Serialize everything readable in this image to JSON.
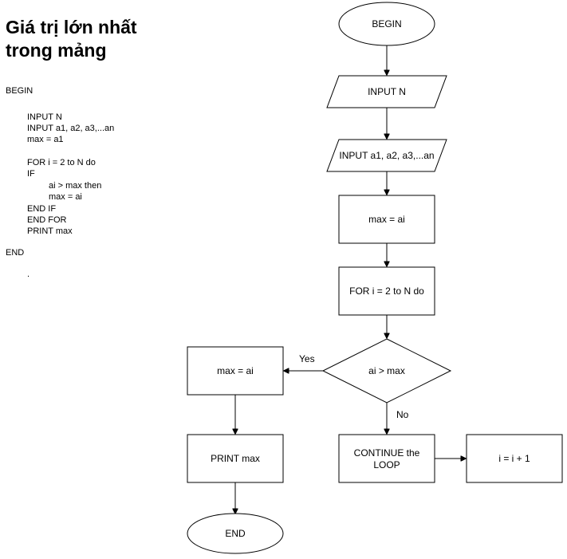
{
  "title": "Giá trị lớn nhất trong mảng",
  "pseudocode": {
    "lines": [
      "BEGIN",
      "INPUT N",
      "INPUT a1, a2, a3,...an",
      "max = a1",
      "FOR i = 2 to N do",
      "IF",
      "ai > max then",
      "max = ai",
      "END IF",
      "END FOR",
      "PRINT max",
      "END",
      "."
    ]
  },
  "flowchart": {
    "nodes": {
      "begin": "BEGIN",
      "input_n": "INPUT N",
      "input_array": "INPUT a1, a2, a3,...an",
      "max_init": "max = ai",
      "for_loop": "FOR i = 2 to N do",
      "condition": "ai > max",
      "max_update": "max = ai",
      "print_max": "PRINT max",
      "end": "END",
      "continue_line1": "CONTINUE the",
      "continue_line2": "LOOP",
      "increment": "i = i + 1"
    },
    "edge_labels": {
      "yes": "Yes",
      "no": "No"
    }
  }
}
